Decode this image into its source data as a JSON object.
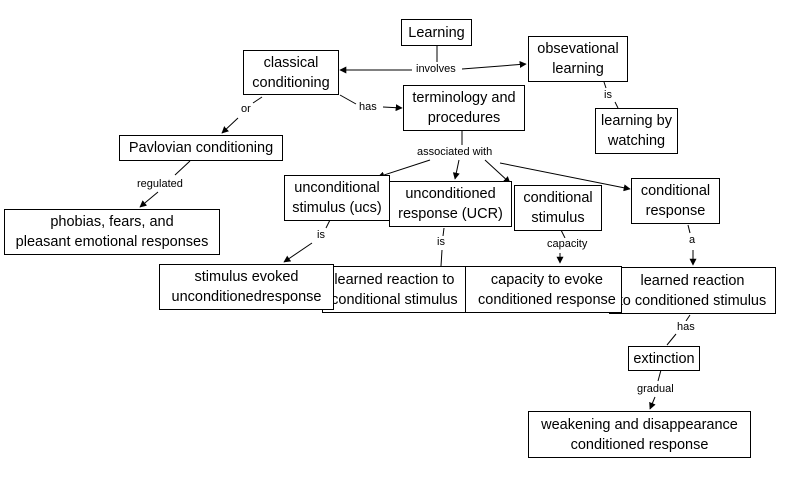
{
  "diagram": {
    "nodes": {
      "learning": "Learning",
      "classical": "classical\nconditioning",
      "observational": "obsevational\nlearning",
      "terminology": "terminology and\nprocedures",
      "watching": "learning by\nwatching",
      "pavlovian": "Pavlovian conditioning",
      "phobias": "phobias, fears, and\npleasant emotional responses",
      "ucs": "unconditional\nstimulus (ucs)",
      "ucr": "unconditioned\nresponse (UCR)",
      "cs": "conditional\nstimulus",
      "cr": "conditional\nresponse",
      "stim_evoked": "stimulus evoked\nunconditionedresponse",
      "unlearned": "unlearned reaction to\nunconditional stimulus",
      "capacity_evoke": "capacity to evoke\nconditioned response",
      "learned_reaction": "learned reaction\nto conditioned stimulus",
      "extinction": "extinction",
      "weakening": "weakening and disappearance\nconditioned response"
    },
    "links": {
      "involves": "involves",
      "or": "or",
      "has": "has",
      "is_obs": "is",
      "associated_with": "associated with",
      "regulated": "regulated",
      "is_ucs": "is",
      "is_ucr": "is",
      "capacity": "capacity",
      "a": "a",
      "has_ext": "has",
      "gradual": "gradual"
    }
  }
}
